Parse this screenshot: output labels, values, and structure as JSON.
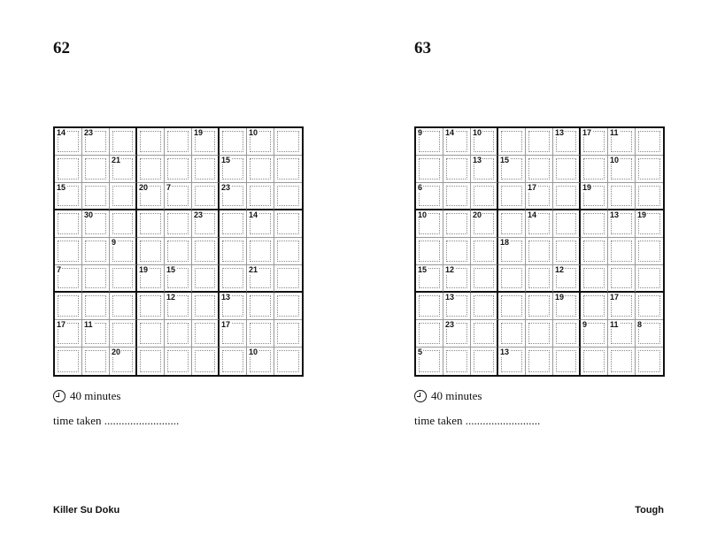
{
  "left_page": {
    "page_number": "62",
    "timer": "40 minutes",
    "time_taken": "time taken ..........................",
    "footer": "Killer Su Doku",
    "clues": [
      {
        "r": 0,
        "c": 0,
        "v": "14"
      },
      {
        "r": 0,
        "c": 1,
        "v": "23"
      },
      {
        "r": 0,
        "c": 5,
        "v": "19"
      },
      {
        "r": 0,
        "c": 7,
        "v": "10"
      },
      {
        "r": 1,
        "c": 2,
        "v": "21"
      },
      {
        "r": 1,
        "c": 6,
        "v": "15"
      },
      {
        "r": 2,
        "c": 0,
        "v": "15"
      },
      {
        "r": 2,
        "c": 3,
        "v": "20"
      },
      {
        "r": 2,
        "c": 4,
        "v": "7"
      },
      {
        "r": 2,
        "c": 6,
        "v": "23"
      },
      {
        "r": 3,
        "c": 1,
        "v": "30"
      },
      {
        "r": 3,
        "c": 5,
        "v": "23"
      },
      {
        "r": 3,
        "c": 7,
        "v": "14"
      },
      {
        "r": 4,
        "c": 2,
        "v": "9"
      },
      {
        "r": 5,
        "c": 0,
        "v": "7"
      },
      {
        "r": 5,
        "c": 3,
        "v": "19"
      },
      {
        "r": 5,
        "c": 4,
        "v": "15"
      },
      {
        "r": 5,
        "c": 7,
        "v": "21"
      },
      {
        "r": 6,
        "c": 4,
        "v": "12"
      },
      {
        "r": 6,
        "c": 6,
        "v": "13"
      },
      {
        "r": 7,
        "c": 0,
        "v": "17"
      },
      {
        "r": 7,
        "c": 1,
        "v": "11"
      },
      {
        "r": 7,
        "c": 6,
        "v": "17"
      },
      {
        "r": 8,
        "c": 2,
        "v": "20"
      },
      {
        "r": 8,
        "c": 7,
        "v": "10"
      }
    ]
  },
  "right_page": {
    "page_number": "63",
    "timer": "40 minutes",
    "time_taken": "time taken ..........................",
    "footer": "Tough",
    "clues": [
      {
        "r": 0,
        "c": 0,
        "v": "9"
      },
      {
        "r": 0,
        "c": 1,
        "v": "14"
      },
      {
        "r": 0,
        "c": 2,
        "v": "10"
      },
      {
        "r": 0,
        "c": 5,
        "v": "13"
      },
      {
        "r": 0,
        "c": 6,
        "v": "17"
      },
      {
        "r": 0,
        "c": 7,
        "v": "11"
      },
      {
        "r": 1,
        "c": 2,
        "v": "13"
      },
      {
        "r": 1,
        "c": 3,
        "v": "15"
      },
      {
        "r": 1,
        "c": 7,
        "v": "10"
      },
      {
        "r": 2,
        "c": 0,
        "v": "6"
      },
      {
        "r": 2,
        "c": 4,
        "v": "17"
      },
      {
        "r": 2,
        "c": 6,
        "v": "19"
      },
      {
        "r": 3,
        "c": 0,
        "v": "10"
      },
      {
        "r": 3,
        "c": 2,
        "v": "20"
      },
      {
        "r": 3,
        "c": 4,
        "v": "14"
      },
      {
        "r": 3,
        "c": 7,
        "v": "13"
      },
      {
        "r": 3,
        "c": 8,
        "v": "19"
      },
      {
        "r": 4,
        "c": 3,
        "v": "18"
      },
      {
        "r": 5,
        "c": 0,
        "v": "15"
      },
      {
        "r": 5,
        "c": 1,
        "v": "12"
      },
      {
        "r": 5,
        "c": 5,
        "v": "12"
      },
      {
        "r": 6,
        "c": 1,
        "v": "13"
      },
      {
        "r": 6,
        "c": 5,
        "v": "19"
      },
      {
        "r": 6,
        "c": 7,
        "v": "17"
      },
      {
        "r": 7,
        "c": 1,
        "v": "23"
      },
      {
        "r": 7,
        "c": 6,
        "v": "9"
      },
      {
        "r": 7,
        "c": 7,
        "v": "11"
      },
      {
        "r": 7,
        "c": 8,
        "v": "8"
      },
      {
        "r": 8,
        "c": 0,
        "v": "5"
      },
      {
        "r": 8,
        "c": 3,
        "v": "13"
      }
    ]
  }
}
